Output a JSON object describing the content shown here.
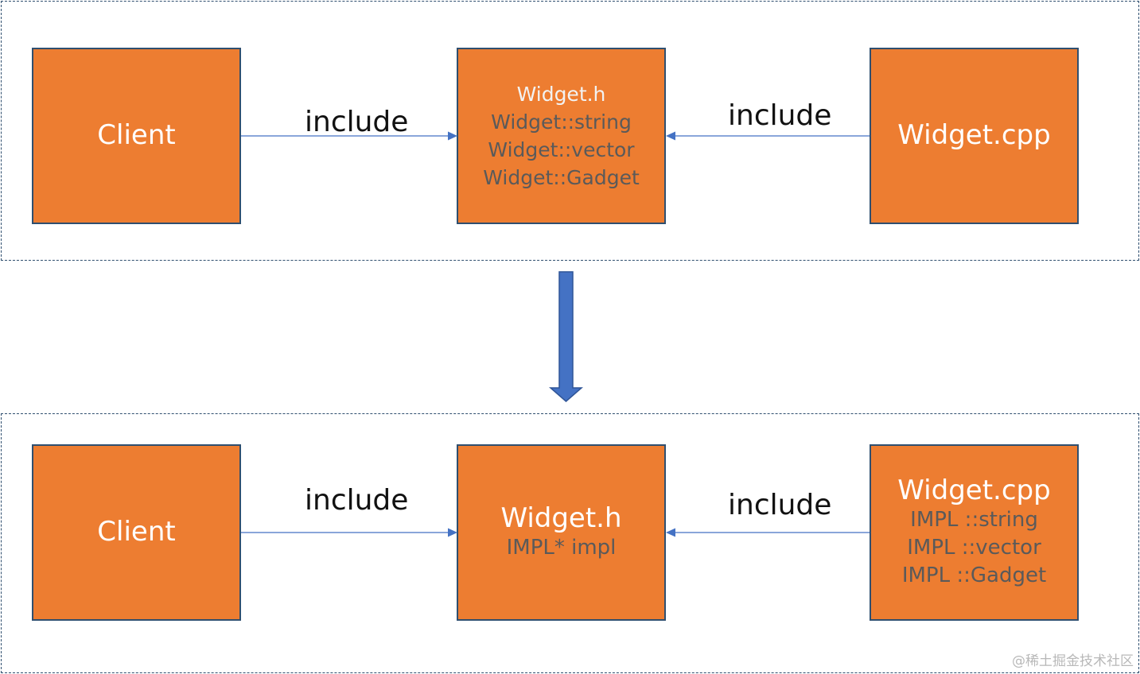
{
  "colors": {
    "box_fill": "#ed7d31",
    "box_border": "#2f4f6f",
    "arrow": "#4472c4",
    "big_arrow": "#4472c4"
  },
  "top": {
    "client": {
      "label": "Client"
    },
    "widget_h": {
      "lines": [
        "Widget.h",
        "Widget::string",
        "Widget::vector",
        "Widget::Gadget"
      ]
    },
    "widget_cpp": {
      "label": "Widget.cpp"
    },
    "edge_left": "include",
    "edge_right": "include"
  },
  "bottom": {
    "client": {
      "label": "Client"
    },
    "widget_h": {
      "title": "Widget.h",
      "line": "IMPL* impl"
    },
    "widget_cpp": {
      "title": "Widget.cpp",
      "lines": [
        "IMPL ::string",
        "IMPL ::vector",
        "IMPL ::Gadget"
      ]
    },
    "edge_left": "include",
    "edge_right": "include"
  },
  "watermark": "@稀土掘金技术社区"
}
